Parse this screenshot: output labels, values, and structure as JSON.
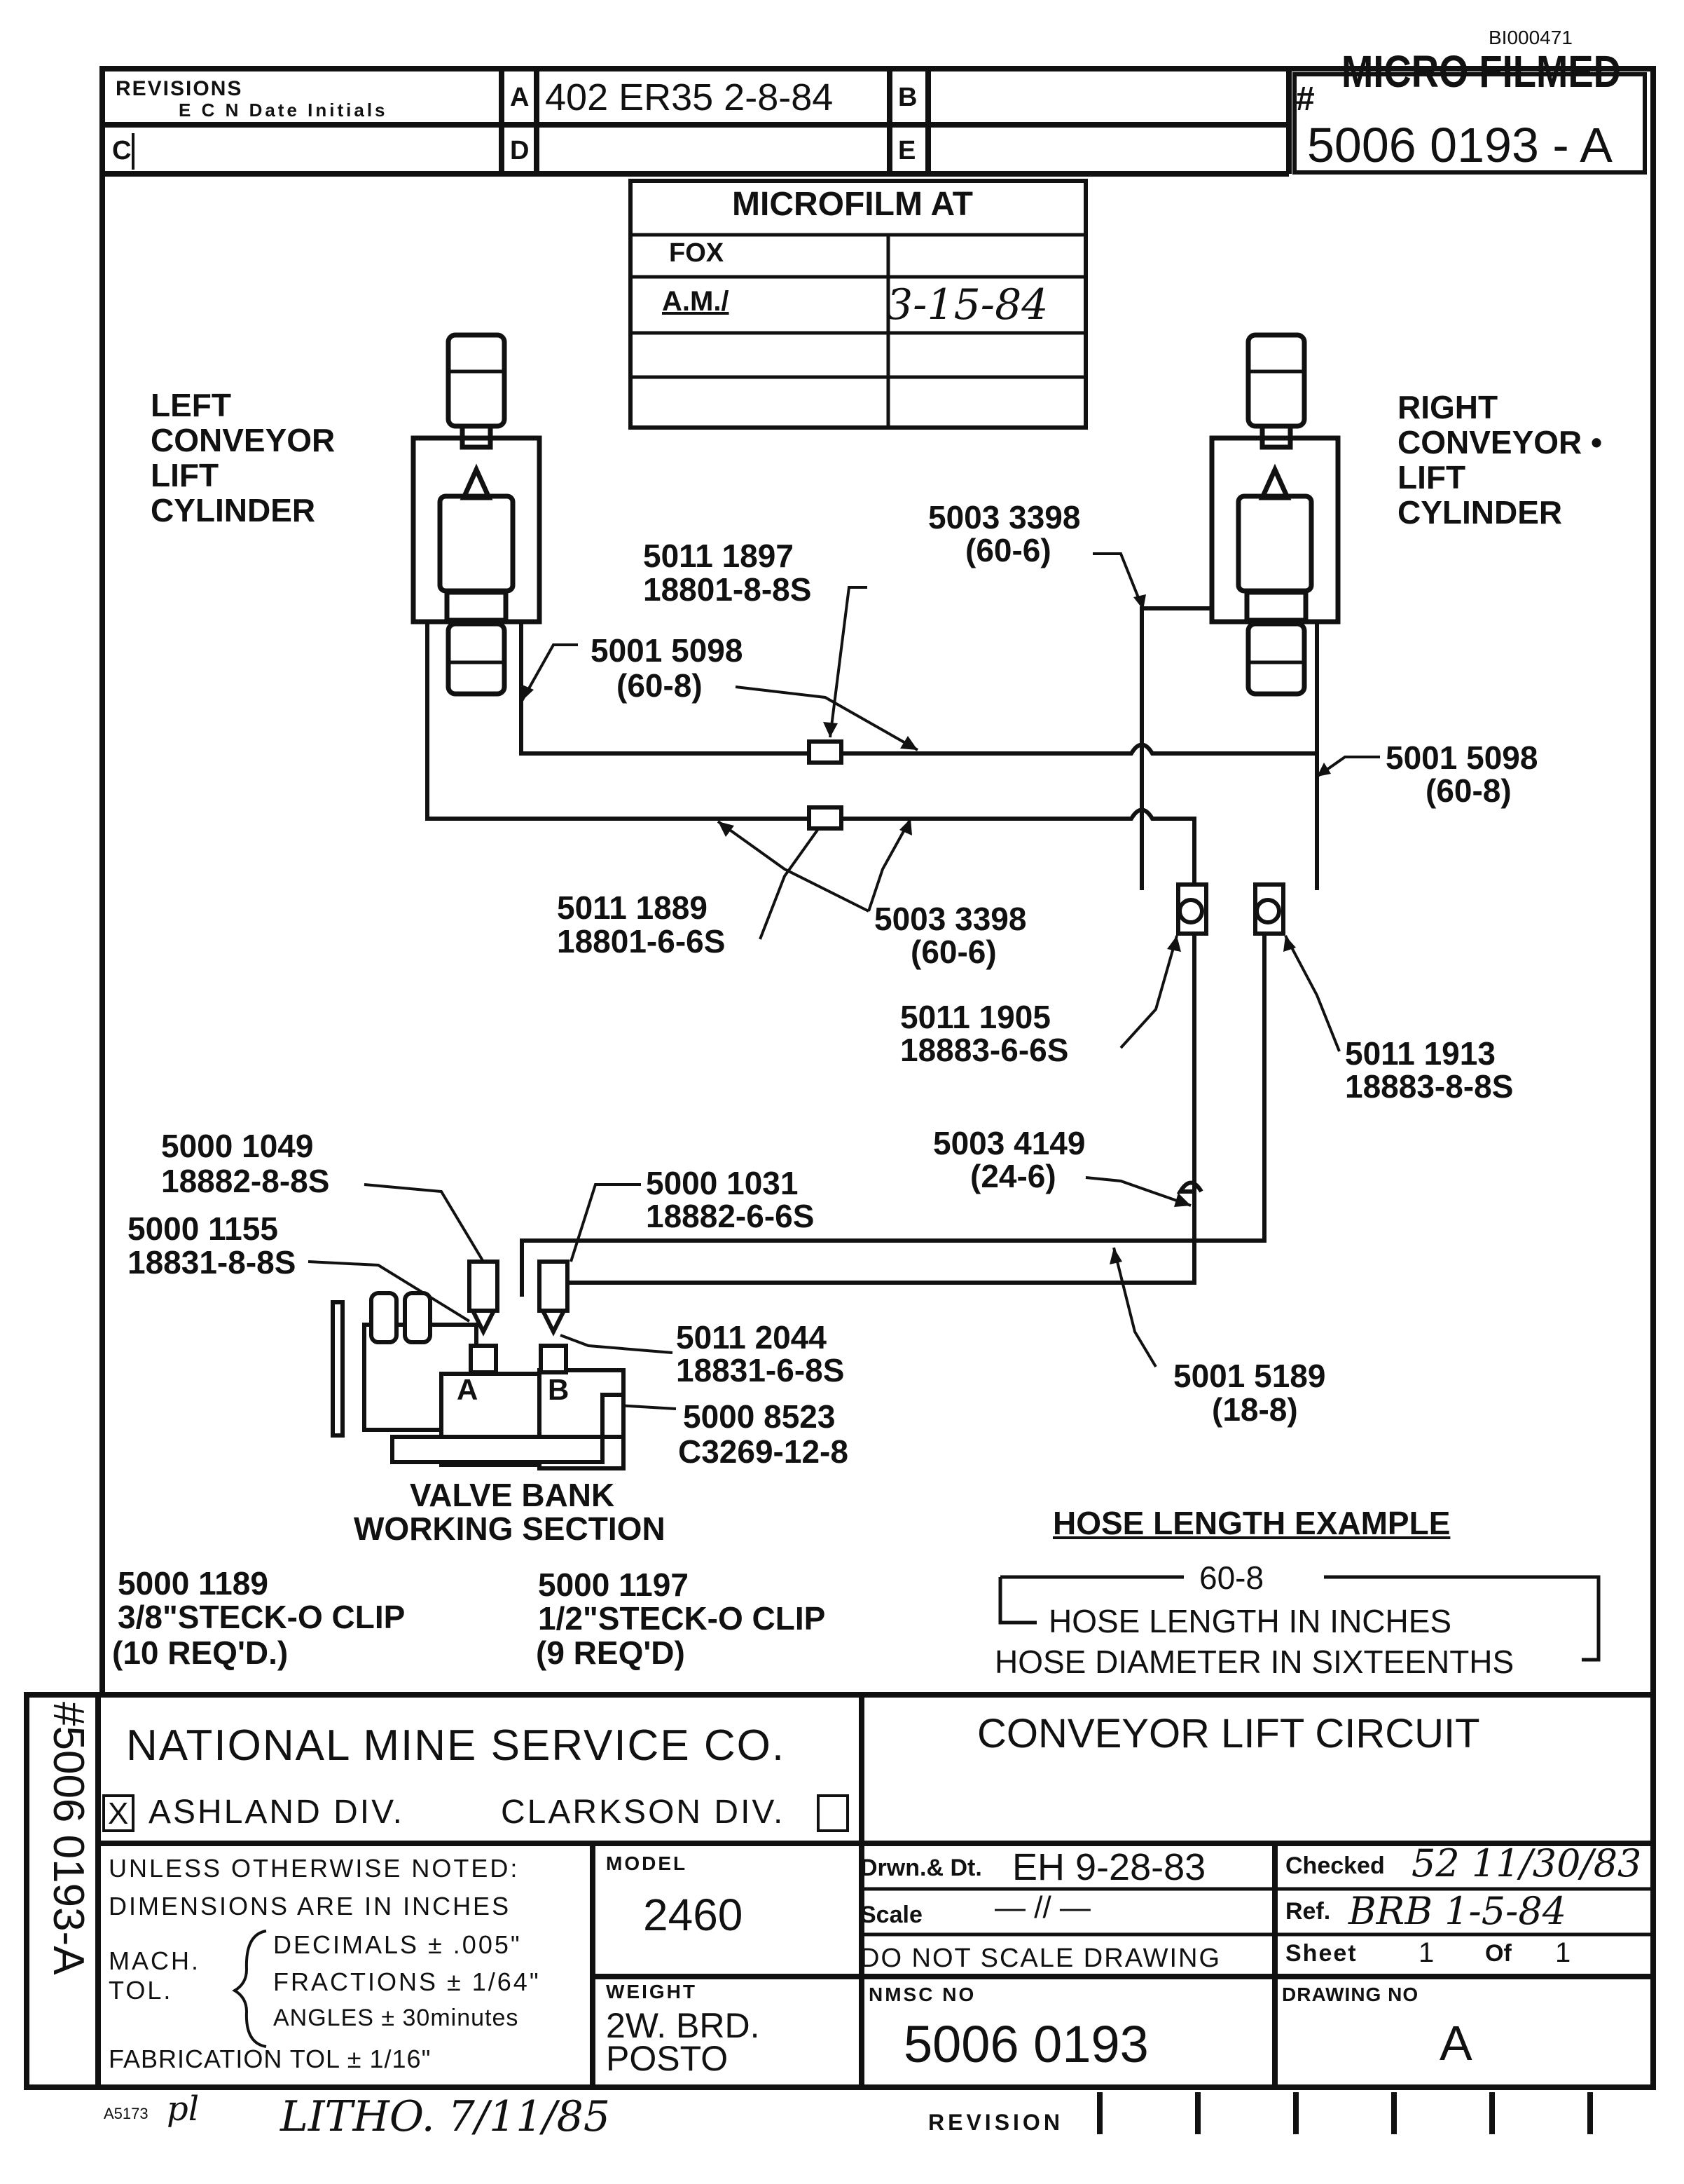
{
  "doc_id": "BI000471",
  "micro_filmed": {
    "title": "MICRO FILMED",
    "hash": "#",
    "number": "5006 0193 - A"
  },
  "revisions": {
    "title": "REVISIONS",
    "subtitle": "E C N  Date  Initials",
    "a_key": "A",
    "a_value": "402 ER35 2-8-84",
    "b_key": "B",
    "b_value": "",
    "c_key": "C",
    "c_value": "",
    "d_key": "D",
    "d_value": "",
    "e_key": "E",
    "e_value": ""
  },
  "microfilm_box": {
    "title": "MICROFILM  AT",
    "row1": "FOX",
    "row2_left": "A.M./",
    "row2_right": "3-15-84"
  },
  "cylinders": {
    "left": [
      "LEFT",
      "CONVEYOR",
      "LIFT",
      "CYLINDER"
    ],
    "right": [
      "RIGHT",
      "CONVEYOR •",
      "LIFT",
      "CYLINDER"
    ]
  },
  "callouts": {
    "c1": [
      "5011 1897",
      "18801-8-8S"
    ],
    "c2": [
      "5001 5098",
      "(60-8)"
    ],
    "c3": [
      "5003 3398",
      "(60-6)"
    ],
    "c4": [
      "5001 5098",
      "(60-8)"
    ],
    "c5": [
      "5011 1889",
      "18801-6-6S"
    ],
    "c6": [
      "5003 3398",
      "(60-6)"
    ],
    "c7": [
      "5011 1905",
      "18883-6-6S"
    ],
    "c8": [
      "5011 1913",
      "18883-8-8S"
    ],
    "c9": [
      "5000 1049",
      "18882-8-8S"
    ],
    "c10": [
      "5000 1031",
      "18882-6-6S"
    ],
    "c11": [
      "5000 1155",
      "18831-8-8S"
    ],
    "c12": [
      "5003 4149",
      "(24-6)"
    ],
    "c13": [
      "5011 2044",
      "18831-6-8S"
    ],
    "c14": [
      "5000 8523",
      "C3269-12-8"
    ],
    "c15": [
      "5001 5189",
      "(18-8)"
    ]
  },
  "valve": {
    "port_a": "A",
    "port_b": "B",
    "label": [
      "VALVE  BANK",
      "WORKING SECTION"
    ]
  },
  "clips": {
    "left": [
      "5000 1189",
      "3/8\"STECK-O  CLIP",
      "(10 REQ'D.)"
    ],
    "right": [
      "5000 1197",
      "1/2\"STECK-O  CLIP",
      "(9 REQ'D)"
    ]
  },
  "hose_example": {
    "title": "HOSE  LENGTH  EXAMPLE",
    "code": "60-8",
    "line1": "HOSE LENGTH  IN  INCHES",
    "line2": "HOSE DIAMETER IN SIXTEENTHS"
  },
  "title_block": {
    "company": "NATIONAL  MINE  SERVICE  CO.",
    "ashland_check": "X",
    "ashland": "ASHLAND  DIV.",
    "clarkson": "CLARKSON  DIV.",
    "drawing_title": "CONVEYOR  LIFT  CIRCUIT",
    "notes_line1": "UNLESS  OTHERWISE  NOTED:",
    "notes_line2": "DIMENSIONS  ARE  IN  INCHES",
    "mach": "MACH.",
    "tol": "TOL.",
    "decimals": "DECIMALS ± .005\"",
    "fractions": "FRACTIONS ± 1/64\"",
    "angles": "ANGLES ± 30minutes",
    "fab_tol": "FABRICATION TOL  ±  1/16\"",
    "model_label": "MODEL",
    "model": "2460",
    "weight_label": "WEIGHT",
    "weight_line1": "2W. BRD.",
    "weight_line2": "POSTO",
    "drwn_label": "Drwn.& Dt.",
    "drwn_value": "EH  9-28-83",
    "checked_label": "Checked",
    "checked_value": "52  11/30/83",
    "scale_label": "Scale",
    "scale_value": "— // —",
    "ref_label": "Ref.",
    "ref_value": "BRB  1-5-84",
    "do_not_scale": "DO  NOT  SCALE  DRAWING",
    "sheet_label": "Sheet",
    "sheet_value": "1",
    "of_label": "Of",
    "of_value": "1",
    "nmsc_label": "NMSC  NO",
    "nmsc_value": "5006  0193",
    "drawing_no_label": "DRAWING NO",
    "drawing_no_value": "A"
  },
  "side_number": "#5006 0193-A",
  "footer": {
    "litho_code": "A5173",
    "litho_initials": "pl",
    "litho": "LITHO. 7/11/85",
    "revision": "REVISION"
  }
}
